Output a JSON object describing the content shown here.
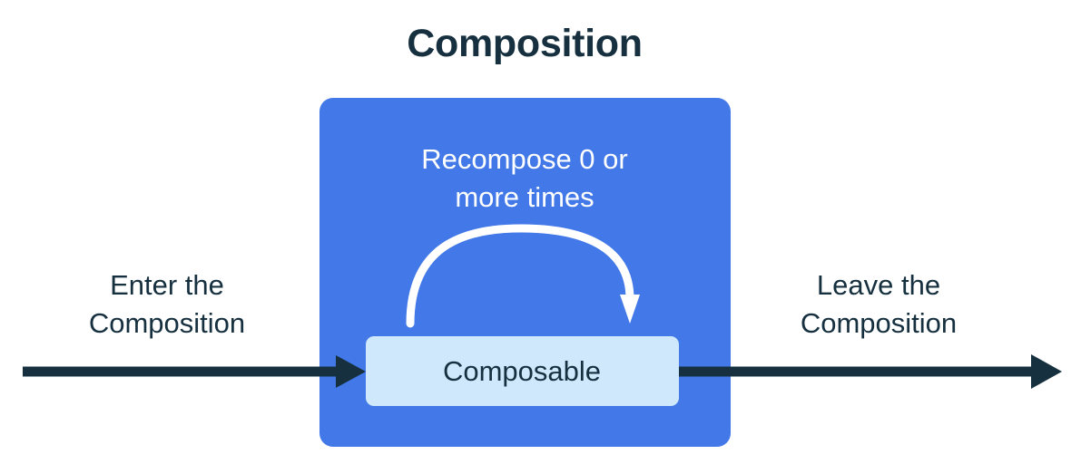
{
  "diagram": {
    "title": "Composition",
    "colors": {
      "background": "#ffffff",
      "ink": "#16303F",
      "composition_box": "#4278E8",
      "composable_box": "#CFE8FC",
      "loop_arrow": "#FFFFFF",
      "flow_arrow": "#16303F"
    },
    "composition_box": {
      "name": "composition-region",
      "loop_label_line1": "Recompose 0 or",
      "loop_label_line2": "more times",
      "loop_label_full": "Recompose 0 or more times",
      "composable_label": "Composable"
    },
    "entry": {
      "label_line1": "Enter the",
      "label_line2": "Composition",
      "label_full": "Enter the Composition"
    },
    "exit": {
      "label_line1": "Leave the",
      "label_line2": "Composition",
      "label_full": "Leave the Composition"
    },
    "icons": {
      "entry_arrow": "arrow-right-icon",
      "exit_arrow": "arrow-right-icon",
      "loop_arrow": "curved-loop-arrow-icon"
    }
  }
}
